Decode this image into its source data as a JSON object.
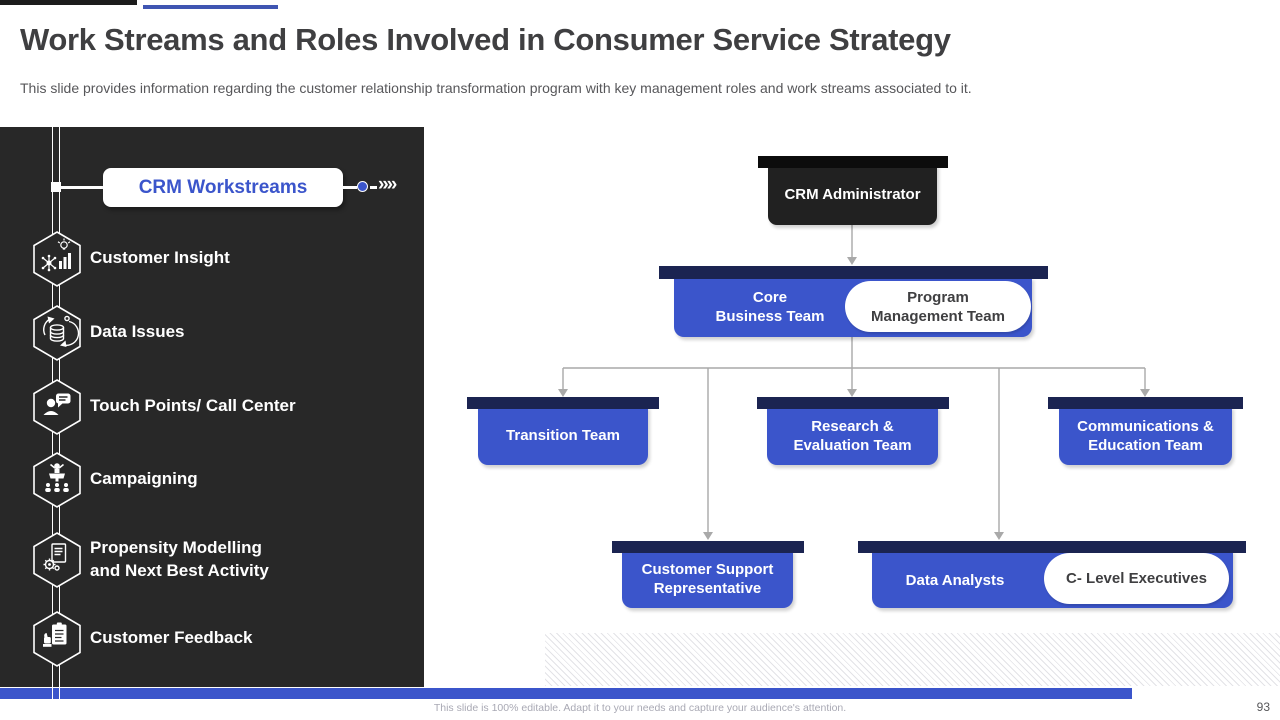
{
  "header": {
    "title": "Work Streams and Roles Involved in Consumer Service Strategy",
    "subtitle": "This slide provides information regarding the customer relationship transformation program with key management roles and work streams associated to it."
  },
  "sidebar": {
    "header": "CRM Workstreams",
    "arrow_glyphs": "››››",
    "items": [
      {
        "label": "Customer Insight",
        "icon": "customer-insight-icon"
      },
      {
        "label": "Data Issues",
        "icon": "data-issues-icon"
      },
      {
        "label": "Touch Points/ Call Center",
        "icon": "touch-points-icon"
      },
      {
        "label": "Campaigning",
        "icon": "campaigning-icon"
      },
      {
        "label": "Propensity Modelling\nand Next Best Activity",
        "icon": "propensity-modelling-icon"
      },
      {
        "label": "Customer Feedback",
        "icon": "customer-feedback-icon"
      }
    ]
  },
  "org_chart": {
    "admin": "CRM Administrator",
    "core_team": "Core\nBusiness Team",
    "program_pill": "Program\nManagement Team",
    "transition": "Transition Team",
    "research": "Research &\nEvaluation Team",
    "communications": "Communications &\nEducation Team",
    "support": "Customer Support\nRepresentative",
    "data_analysts": "Data Analysts",
    "executives_pill": "C- Level Executives"
  },
  "footer": {
    "note": "This slide is 100% editable. Adapt it to your needs and capture your audience's attention.",
    "page_number": "93"
  },
  "colors": {
    "accent_blue": "#3B55CB",
    "navy_bar": "#1B2451",
    "dark_box": "#212121",
    "sidebar_bg": "#282828",
    "connector_gray": "#a9a9a9"
  }
}
